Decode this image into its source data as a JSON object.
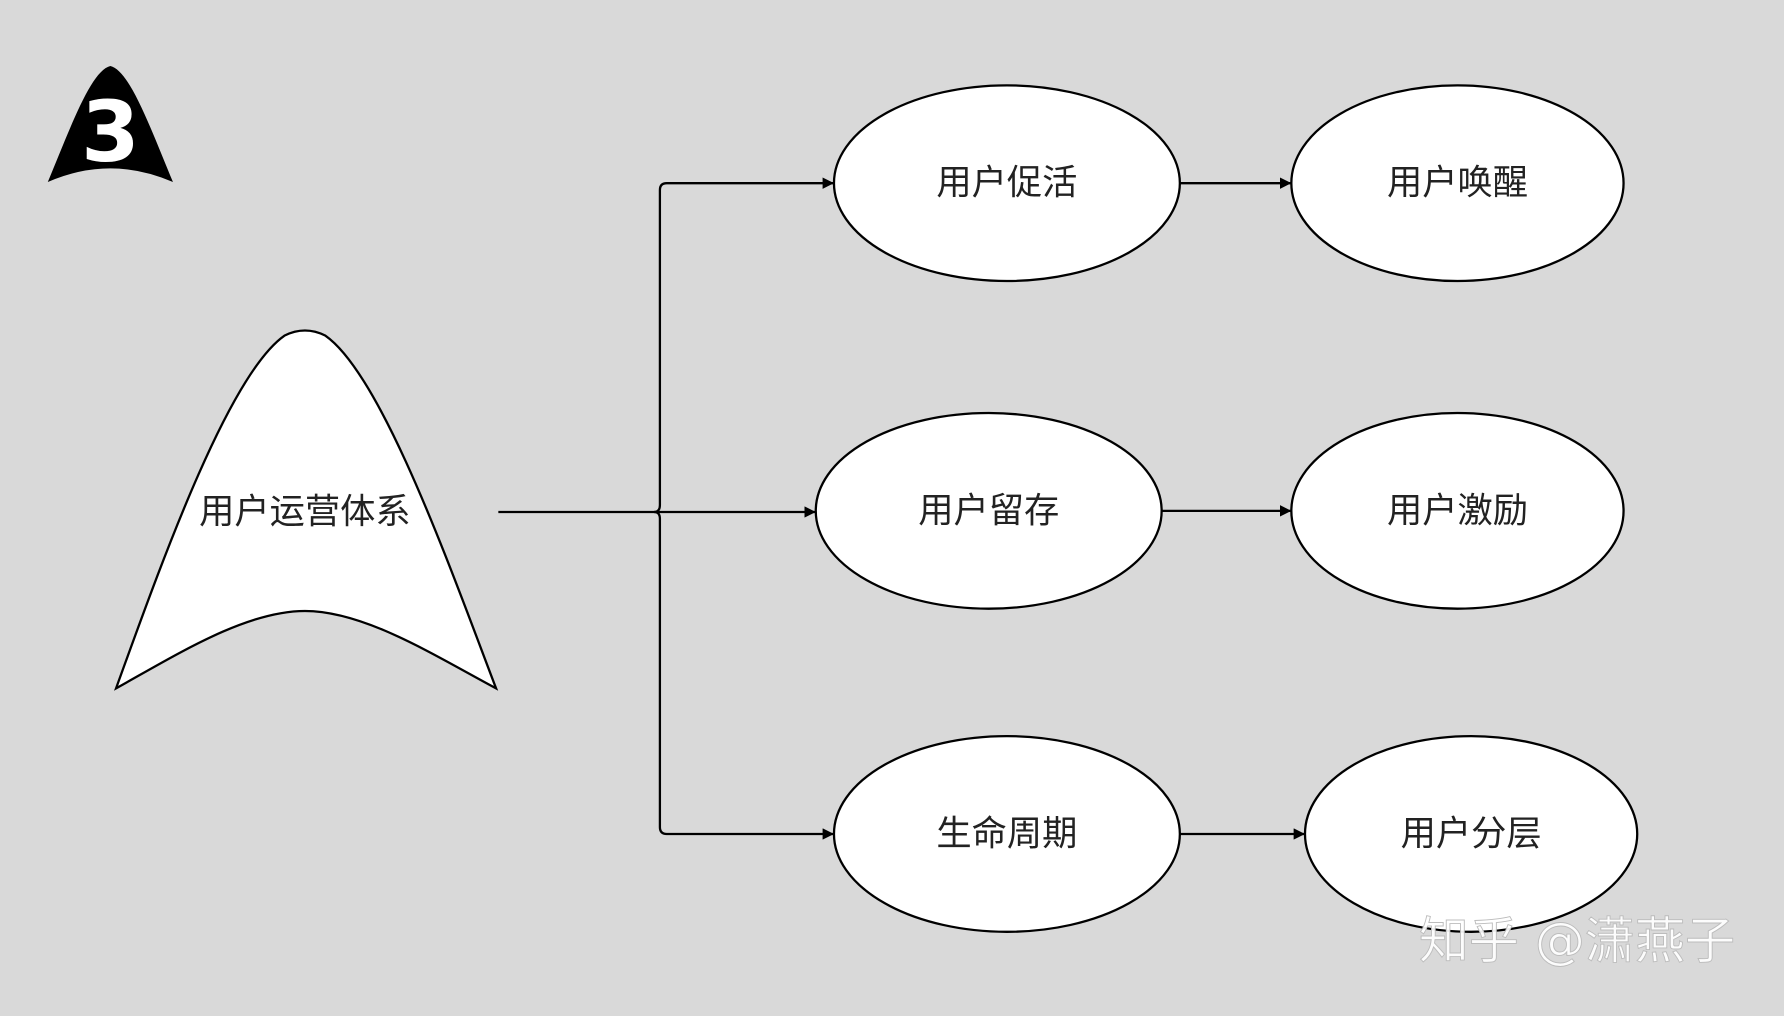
{
  "logo": {
    "text": "3"
  },
  "root": {
    "label": "用户运营体系"
  },
  "nodes": {
    "activation": "用户促活",
    "wakeup": "用户唤醒",
    "retention": "用户留存",
    "incentive": "用户激励",
    "lifecycle": "生命周期",
    "layering": "用户分层"
  },
  "watermark": "知乎 @潇燕子",
  "colors": {
    "background": "#d9d9d9",
    "node_fill": "#ffffff",
    "stroke": "#000000",
    "logo": "#000000"
  }
}
